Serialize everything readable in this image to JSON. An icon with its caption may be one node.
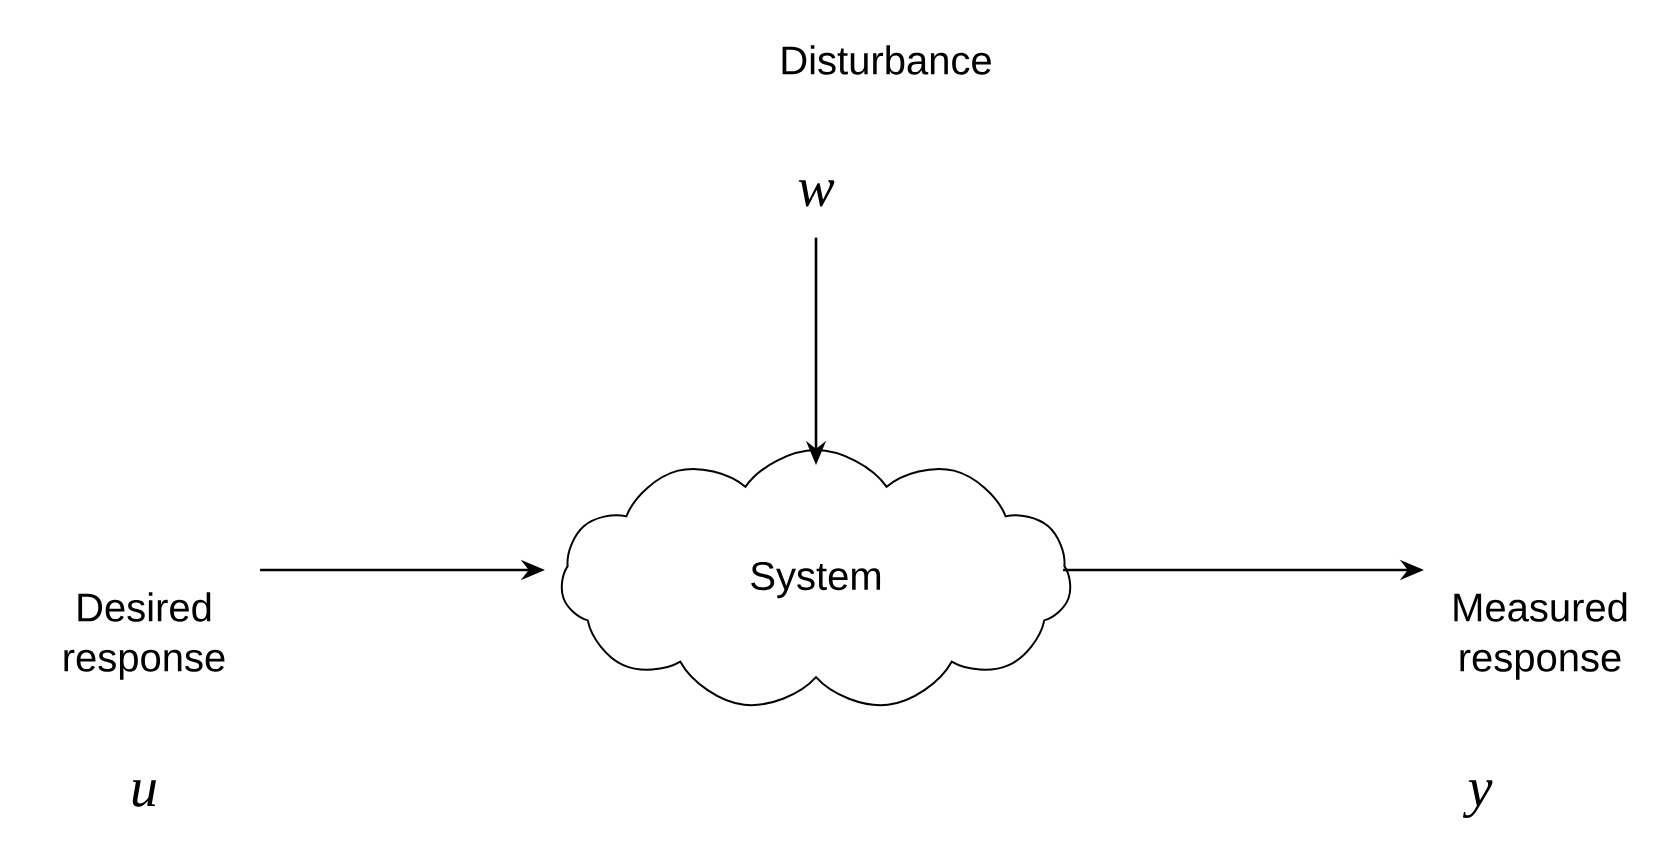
{
  "diagram": {
    "nodes": [
      {
        "text": [
          "Disturbance"
        ],
        "beside": [
          "w"
        ]
      },
      {
        "text": [
          "System"
        ]
      },
      {
        "text": [
          "Desired response"
        ],
        "beside": [
          "u"
        ]
      },
      {
        "text": [
          "Measured response"
        ],
        "beside": [
          "y"
        ]
      }
    ],
    "edges": [
      {
        "from": 0,
        "to": 1,
        "arrow": "to"
      },
      {
        "from": 2,
        "to": 1,
        "arrow": "to"
      },
      {
        "from": 1,
        "to": 3,
        "arrow": "to"
      }
    ]
  }
}
